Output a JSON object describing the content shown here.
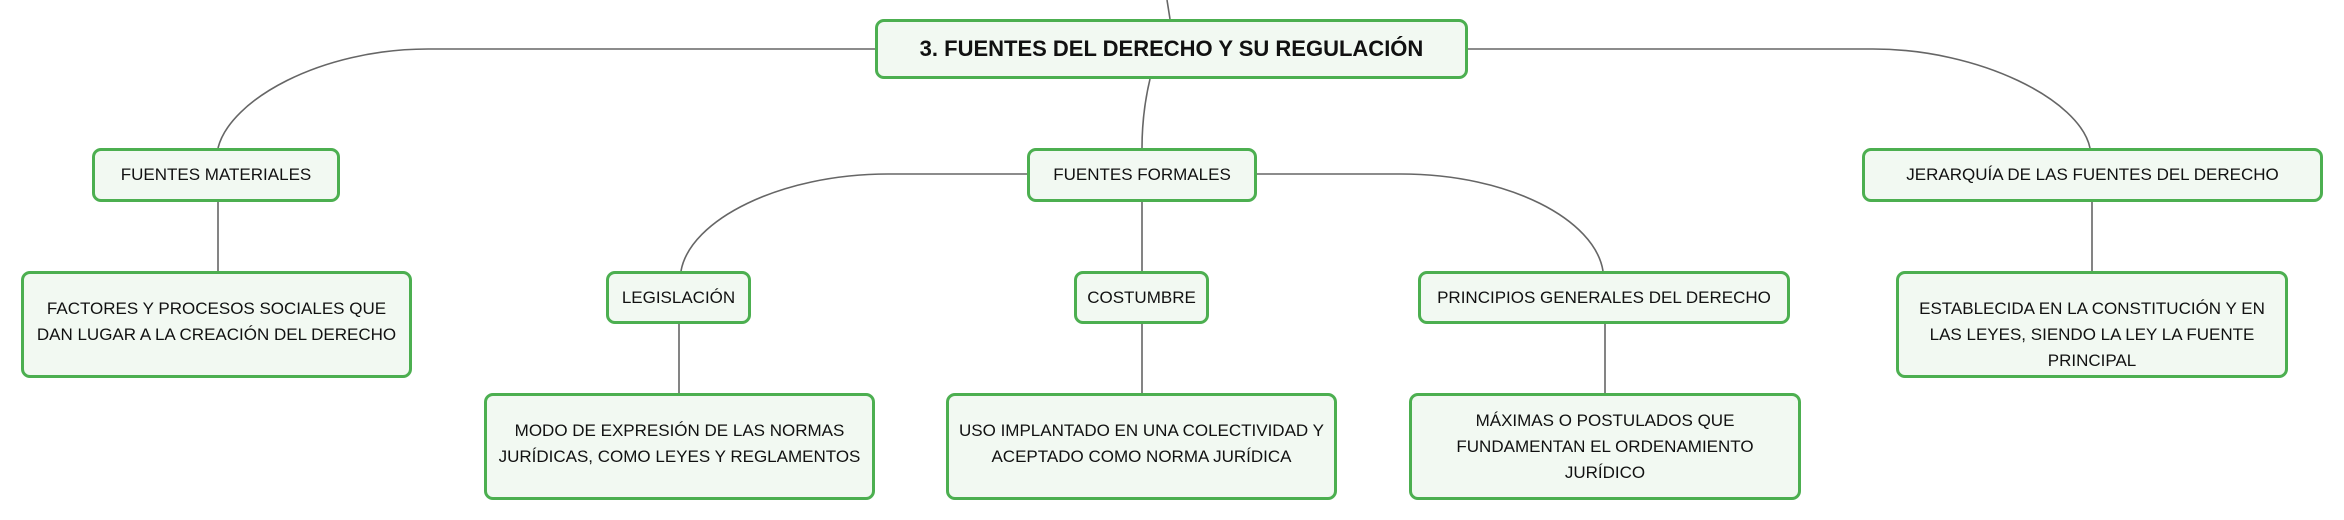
{
  "root": {
    "label": "3. FUENTES DEL DERECHO Y SU REGULACIÓN"
  },
  "branches": [
    {
      "label": "FUENTES MATERIALES",
      "description": "FACTORES Y PROCESOS SOCIALES QUE DAN LUGAR A LA CREACIÓN DEL DERECHO"
    },
    {
      "label": "FUENTES FORMALES",
      "children": [
        {
          "label": "LEGISLACIÓN",
          "description": "MODO DE EXPRESIÓN DE LAS NORMAS JURÍDICAS, COMO LEYES Y REGLAMENTOS"
        },
        {
          "label": "COSTUMBRE",
          "description": "USO IMPLANTADO EN UNA COLECTIVIDAD Y ACEPTADO COMO NORMA JURÍDICA"
        },
        {
          "label": "PRINCIPIOS GENERALES DEL DERECHO",
          "description": "MÁXIMAS O POSTULADOS QUE FUNDAMENTAN EL ORDENAMIENTO JURÍDICO"
        }
      ]
    },
    {
      "label": "JERARQUÍA DE LAS FUENTES DEL DERECHO",
      "description": "ESTABLECIDA EN LA CONSTITUCIÓN Y EN LAS LEYES, SIENDO LA LEY LA FUENTE PRINCIPAL"
    }
  ],
  "colors": {
    "border": "#4caf50",
    "fill": "#f2f9f2",
    "connector": "#666666"
  }
}
